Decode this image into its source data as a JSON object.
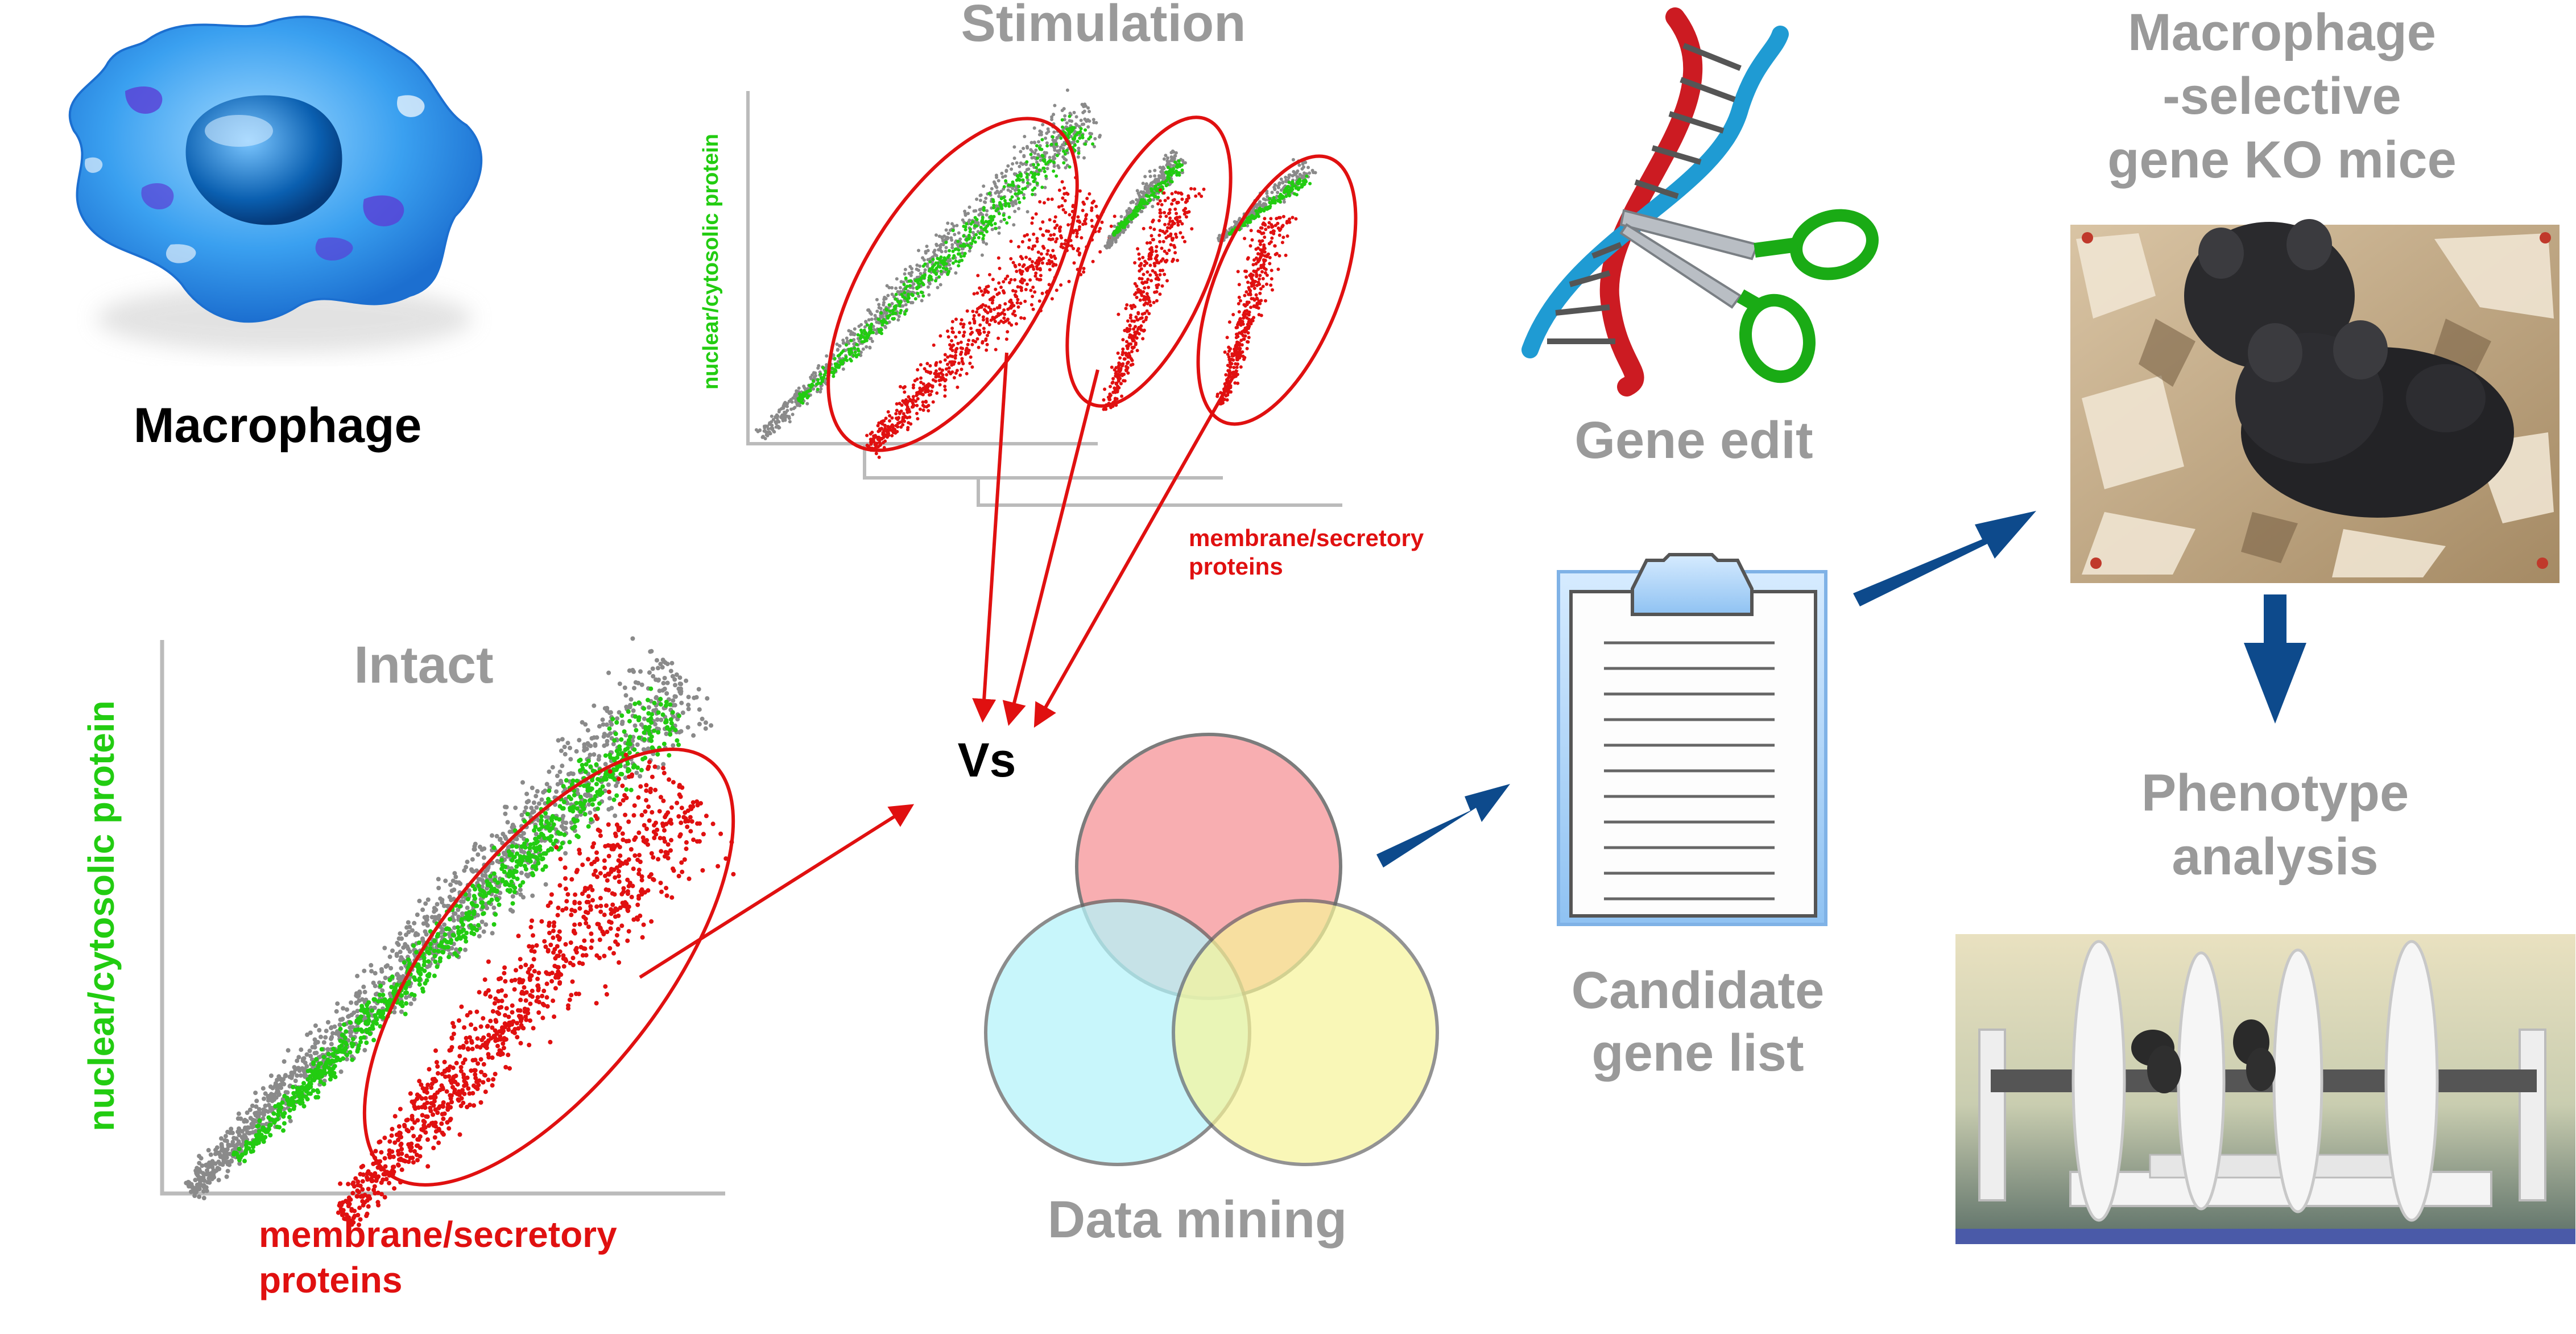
{
  "labels": {
    "macrophage": "Macrophage",
    "stimulation": "Stimulation",
    "intact": "Intact",
    "vs": "Vs",
    "gene_edit": "Gene edit",
    "ko_mice_line1": "Macrophage",
    "ko_mice_line2": "-selective",
    "ko_mice_line3": "gene KO mice",
    "phenotype_line1": "Phenotype",
    "phenotype_line2": "analysis",
    "candidate_line1": "Candidate",
    "candidate_line2": "gene list",
    "data_mining": "Data mining"
  },
  "axes": {
    "intact_y": "nuclear/cytosolic protein",
    "intact_x_line1": "membrane/secretory",
    "intact_x_line2": "proteins",
    "stim_y": "nuclear/cytosolic protein",
    "stim_x_line1": "membrane/secretory",
    "stim_x_line2": "proteins"
  },
  "colors": {
    "green": "#22cc11",
    "red": "#e01010",
    "gray_text": "#9a9a9a",
    "navy_arrow": "#0d4a8c",
    "cell_blue": "#3aa0f0",
    "venn_red": "#f7a0a4",
    "venn_cyan": "#b6f4fa",
    "venn_yellow": "#f7f59a"
  },
  "icons": {
    "cell": "macrophage-cell-icon",
    "dna": "dna-scissors-icon",
    "clipboard": "clipboard-icon",
    "mice": "mice-photo",
    "wheel": "running-wheel-photo",
    "venn": "venn-diagram"
  }
}
